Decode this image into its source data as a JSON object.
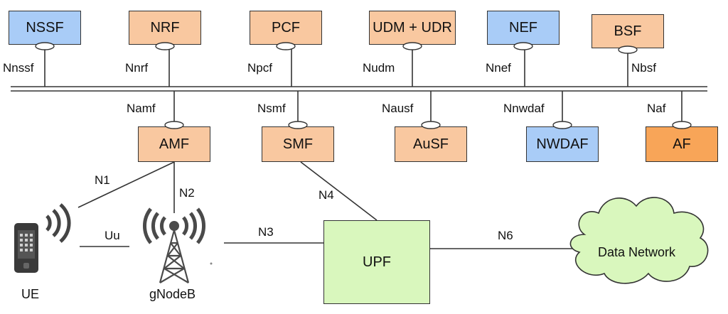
{
  "functions_top": [
    {
      "name": "NSSF",
      "interface": "Nnssf",
      "color": "#a9ccf7"
    },
    {
      "name": "NRF",
      "interface": "Nnrf",
      "color": "#f9c8a0"
    },
    {
      "name": "PCF",
      "interface": "Npcf",
      "color": "#f9c8a0"
    },
    {
      "name": "UDM + UDR",
      "interface": "Nudm",
      "color": "#f9c8a0"
    },
    {
      "name": "NEF",
      "interface": "Nnef",
      "color": "#a9ccf7"
    },
    {
      "name": "BSF",
      "interface": "Nbsf",
      "color": "#f9c8a0"
    }
  ],
  "functions_bottom": [
    {
      "name": "AMF",
      "interface": "Namf",
      "color": "#f9c8a0"
    },
    {
      "name": "SMF",
      "interface": "Nsmf",
      "color": "#f9c8a0"
    },
    {
      "name": "AuSF",
      "interface": "Nausf",
      "color": "#f9c8a0"
    },
    {
      "name": "NWDAF",
      "interface": "Nnwdaf",
      "color": "#a9ccf7"
    },
    {
      "name": "AF",
      "interface": "Naf",
      "color": "#f8a558"
    }
  ],
  "links": {
    "n1": "N1",
    "n2": "N2",
    "n3": "N3",
    "n4": "N4",
    "n6": "N6",
    "uu": "Uu"
  },
  "nodes": {
    "ue": "UE",
    "gnodeb": "gNodeB",
    "upf": "UPF",
    "data_network": "Data Network"
  },
  "colors": {
    "upf": "#d9f7bd",
    "cloud": "#d9f7bd",
    "line": "#333333"
  }
}
